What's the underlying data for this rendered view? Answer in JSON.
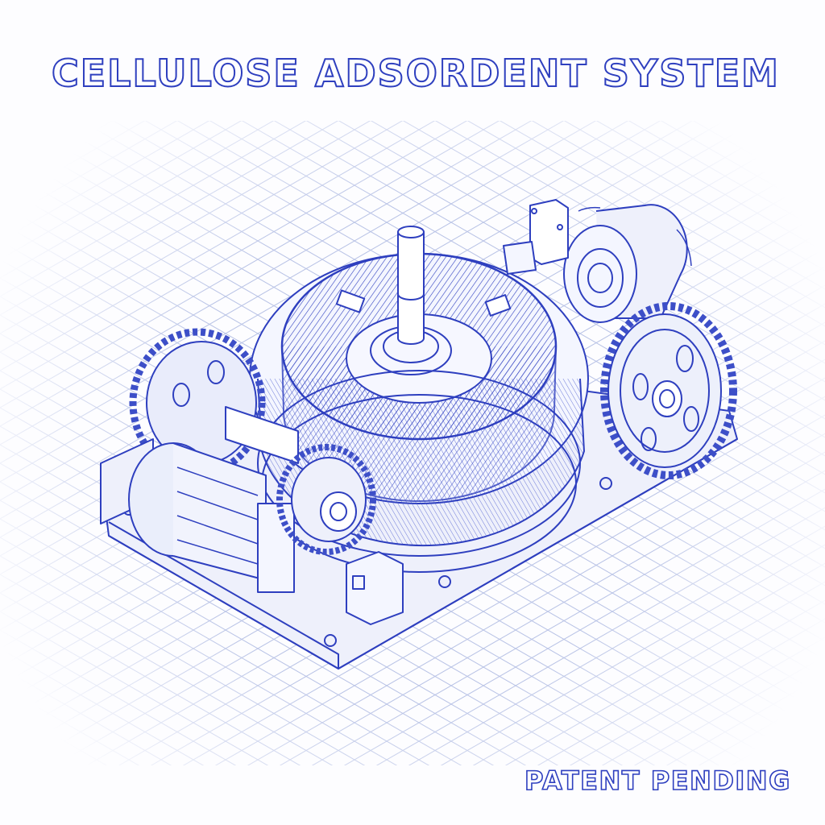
{
  "title": "CELLULOSE ADSORDENT SYSTEM",
  "footer": "PATENT PENDING",
  "colors": {
    "ink": "#2e3fbf",
    "grid": "#b9c3e6",
    "paper": "#fdfdff",
    "shade": "#4a5ad0"
  },
  "drawing": {
    "style": "isometric blueprint sketch",
    "components": [
      "central-cellulose-drum",
      "vertical-drive-shaft",
      "left-large-gear",
      "left-small-gear",
      "left-electric-motor",
      "right-large-gear",
      "right-cylindrical-motor",
      "top-mounting-bracket",
      "base-plate",
      "connector-block"
    ]
  }
}
